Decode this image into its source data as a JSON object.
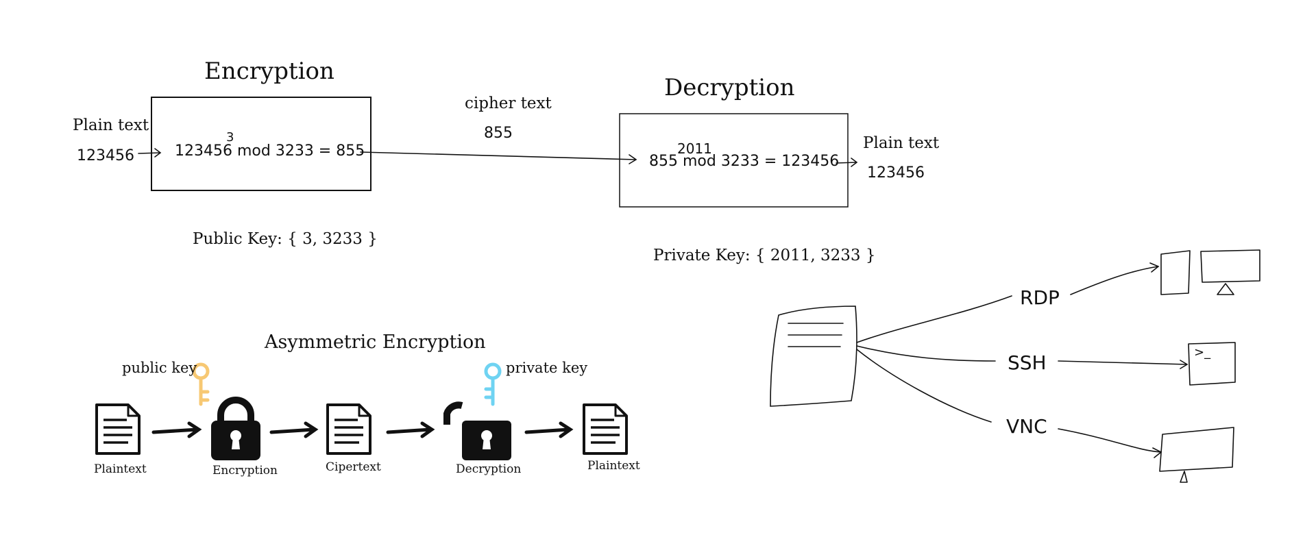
{
  "encryption": {
    "title": "Encryption",
    "input_label": "Plain text",
    "input_value": "123456",
    "exponent": "3",
    "formula": "123456 mod 3233 = 855",
    "key": "Public Key: { 3, 3233 }"
  },
  "cipher": {
    "label": "cipher text",
    "value": "855"
  },
  "decryption": {
    "title": "Decryption",
    "exponent": "2011",
    "formula": "855 mod 3233 = 123456",
    "output_label": "Plain text",
    "output_value": "123456",
    "key": "Private Key: { 2011, 3233 }"
  },
  "asymmetric": {
    "title": "Asymmetric Encryption",
    "public_key_label": "public key",
    "private_key_label": "private key",
    "steps": [
      "Plaintext",
      "Encryption",
      "Cipertext",
      "Decryption",
      "Plaintext"
    ],
    "colors": {
      "public_key": "#f7c873",
      "private_key": "#6fd3f2"
    }
  },
  "protocols": {
    "items": [
      "RDP",
      "SSH",
      "VNC"
    ],
    "terminal_prompt": ">_"
  }
}
